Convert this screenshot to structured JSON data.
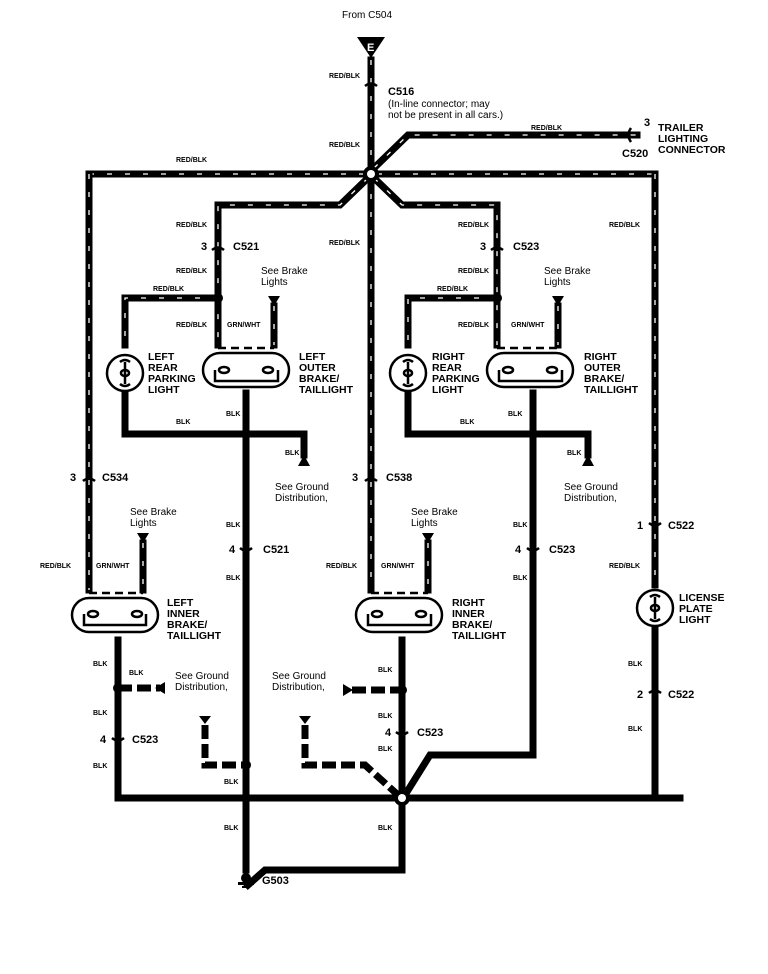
{
  "diagram": {
    "title": "From C504",
    "power_terminal": "E",
    "connectors": {
      "c516": {
        "name": "C516",
        "note_line1": "(In-line connector; may",
        "note_line2": "not be present in all cars.)"
      },
      "c520": {
        "name": "C520",
        "pin": "3"
      },
      "c521_top": {
        "name": "C521",
        "pin": "3"
      },
      "c523_top": {
        "name": "C523",
        "pin": "3"
      },
      "c534": {
        "name": "C534",
        "pin": "3"
      },
      "c538": {
        "name": "C538",
        "pin": "3"
      },
      "c521_bottom": {
        "name": "C521",
        "pin": "4"
      },
      "c523_right": {
        "name": "C523",
        "pin": "4"
      },
      "c522_top": {
        "name": "C522",
        "pin": "1"
      },
      "c522_bottom": {
        "name": "C522",
        "pin": "2"
      },
      "c523_left": {
        "name": "C523",
        "pin": "4"
      },
      "c523_center": {
        "name": "C523",
        "pin": "4"
      }
    },
    "components": {
      "trailer": [
        "TRAILER",
        "LIGHTING",
        "CONNECTOR"
      ],
      "left_rear_parking": [
        "LEFT",
        "REAR",
        "PARKING",
        "LIGHT"
      ],
      "left_outer": [
        "LEFT",
        "OUTER",
        "BRAKE/",
        "TAILLIGHT"
      ],
      "right_rear_parking": [
        "RIGHT",
        "REAR",
        "PARKING",
        "LIGHT"
      ],
      "right_outer": [
        "RIGHT",
        "OUTER",
        "BRAKE/",
        "TAILLIGHT"
      ],
      "left_inner": [
        "LEFT",
        "INNER",
        "BRAKE/",
        "TAILLIGHT"
      ],
      "right_inner": [
        "RIGHT",
        "INNER",
        "BRAKE/",
        "TAILLIGHT"
      ],
      "license_plate": [
        "LICENSE",
        "PLATE",
        "LIGHT"
      ]
    },
    "wire_colors": {
      "red_blk": "RED/BLK",
      "grn_wht": "GRN/WHT",
      "blk": "BLK"
    },
    "notes": {
      "see_brake_lights": [
        "See Brake",
        "Lights"
      ],
      "see_ground": [
        "See Ground",
        "Distribution,"
      ]
    },
    "ground": "G503"
  }
}
